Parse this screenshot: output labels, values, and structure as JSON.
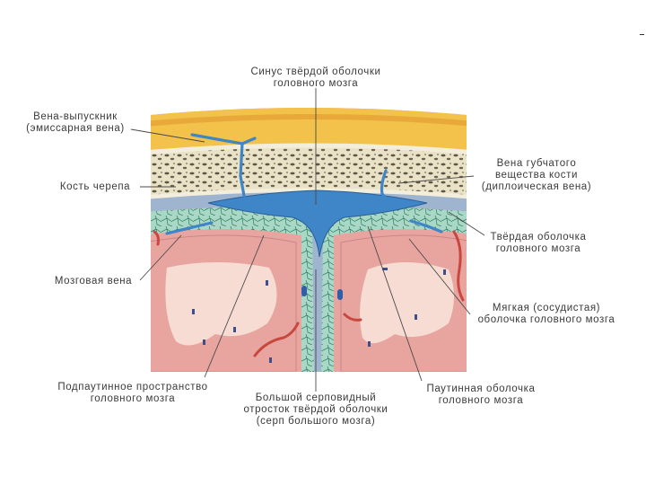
{
  "labels": {
    "sinus": [
      "Синус твёрдой оболочки",
      "головного мозга"
    ],
    "emissary": [
      "Вена-выпускник",
      "(эмиссарная вена)"
    ],
    "skull": [
      "Кость черепа"
    ],
    "diploic": [
      "Вена губчатого",
      "вещества кости",
      "(диплоическая вена)"
    ],
    "dura": [
      "Твёрдая оболочка",
      "головного мозга"
    ],
    "cerebral_vein": [
      "Мозговая вена"
    ],
    "pia": [
      "Мягкая (сосудистая)",
      "оболочка головного мозга"
    ],
    "subarachnoid": [
      "Подпаутинное пространство",
      "головного мозга"
    ],
    "falx": [
      "Большой серповидный",
      "отросток твёрдой оболочки",
      "(серп большого мозга)"
    ],
    "arachnoid": [
      "Паутинная оболочка",
      "головного мозга"
    ]
  },
  "colors": {
    "scalp": "#f2c24a",
    "scalp_dark": "#e8a93a",
    "bone": "#efe9cf",
    "bone_spongy": "#5e5646",
    "dura": "#9fb4cf",
    "sinus": "#3e86c8",
    "arachnoid": "#8fcbb8",
    "brain": "#e8a5a0",
    "white_matter": "#f6dcd2",
    "artery": "#c8473e"
  }
}
